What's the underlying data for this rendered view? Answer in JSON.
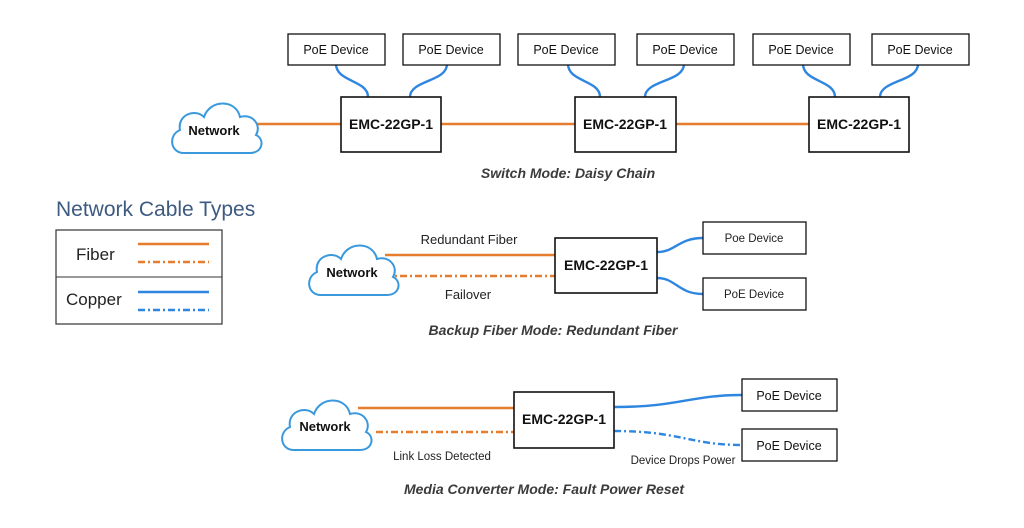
{
  "colors": {
    "fiber": "#e57c2e",
    "copper": "#2f86e0",
    "cloud": "#3a99dd",
    "legend_title": "#3d5a80"
  },
  "icons": {
    "network": "cloud-icon"
  },
  "daisy_chain": {
    "caption": "Switch Mode: Daisy Chain",
    "network_label": "Network",
    "switches": [
      {
        "label": "EMC-22GP-1",
        "devices": [
          "PoE Device",
          "PoE Device"
        ]
      },
      {
        "label": "EMC-22GP-1",
        "devices": [
          "PoE Device",
          "PoE Device"
        ]
      },
      {
        "label": "EMC-22GP-1",
        "devices": [
          "PoE Device",
          "PoE Device"
        ]
      }
    ]
  },
  "redundant": {
    "caption": "Backup Fiber Mode: Redundant Fiber",
    "network_label": "Network",
    "switch_label": "EMC-22GP-1",
    "primary_label": "Redundant Fiber",
    "backup_label": "Failover",
    "devices": [
      "Poe Device",
      "PoE Device"
    ]
  },
  "fault_reset": {
    "caption": "Media Converter Mode: Fault Power Reset",
    "network_label": "Network",
    "switch_label": "EMC-22GP-1",
    "fiber_label": "Link Loss Detected",
    "copper_label": "Device Drops Power",
    "devices": [
      "PoE Device",
      "PoE Device"
    ]
  },
  "legend": {
    "title": "Network Cable Types",
    "rows": [
      {
        "label": "Fiber",
        "type": "fiber"
      },
      {
        "label": "Copper",
        "type": "copper"
      }
    ]
  }
}
